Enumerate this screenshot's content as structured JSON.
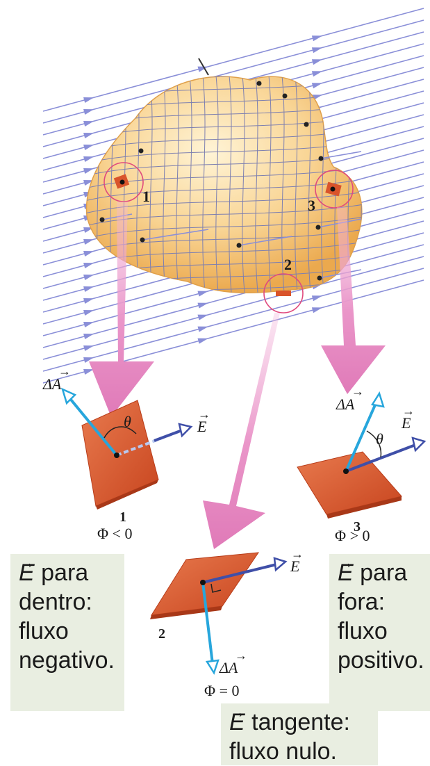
{
  "regions": {
    "r1": {
      "number": "1",
      "flux": "Φ < 0",
      "area": "ΔA",
      "field": "E",
      "angle": "θ"
    },
    "r2": {
      "number": "2",
      "flux": "Φ = 0",
      "area": "ΔA",
      "field": "E"
    },
    "r3": {
      "number": "3",
      "flux": "Φ > 0",
      "area": "ΔA",
      "field": "E",
      "angle": "θ"
    }
  },
  "captions": {
    "left": {
      "symbol": "E",
      "lines": [
        "para",
        "dentro:",
        "fluxo",
        "negativo."
      ]
    },
    "right": {
      "symbol": "E",
      "lines": [
        "para",
        "fora:",
        "fluxo",
        "positivo."
      ]
    },
    "bottom": {
      "symbol": "E",
      "lines": [
        "tangente:",
        "fluxo nulo."
      ]
    }
  },
  "colors": {
    "field_lines": "#8a8fd8",
    "surface": "#f6c77a",
    "patch": "#d9542b",
    "pointer": "#e889c0",
    "area_vector": "#27a6dc",
    "field_vector": "#3f4fa8",
    "caption_bg": "#e9eee1"
  }
}
